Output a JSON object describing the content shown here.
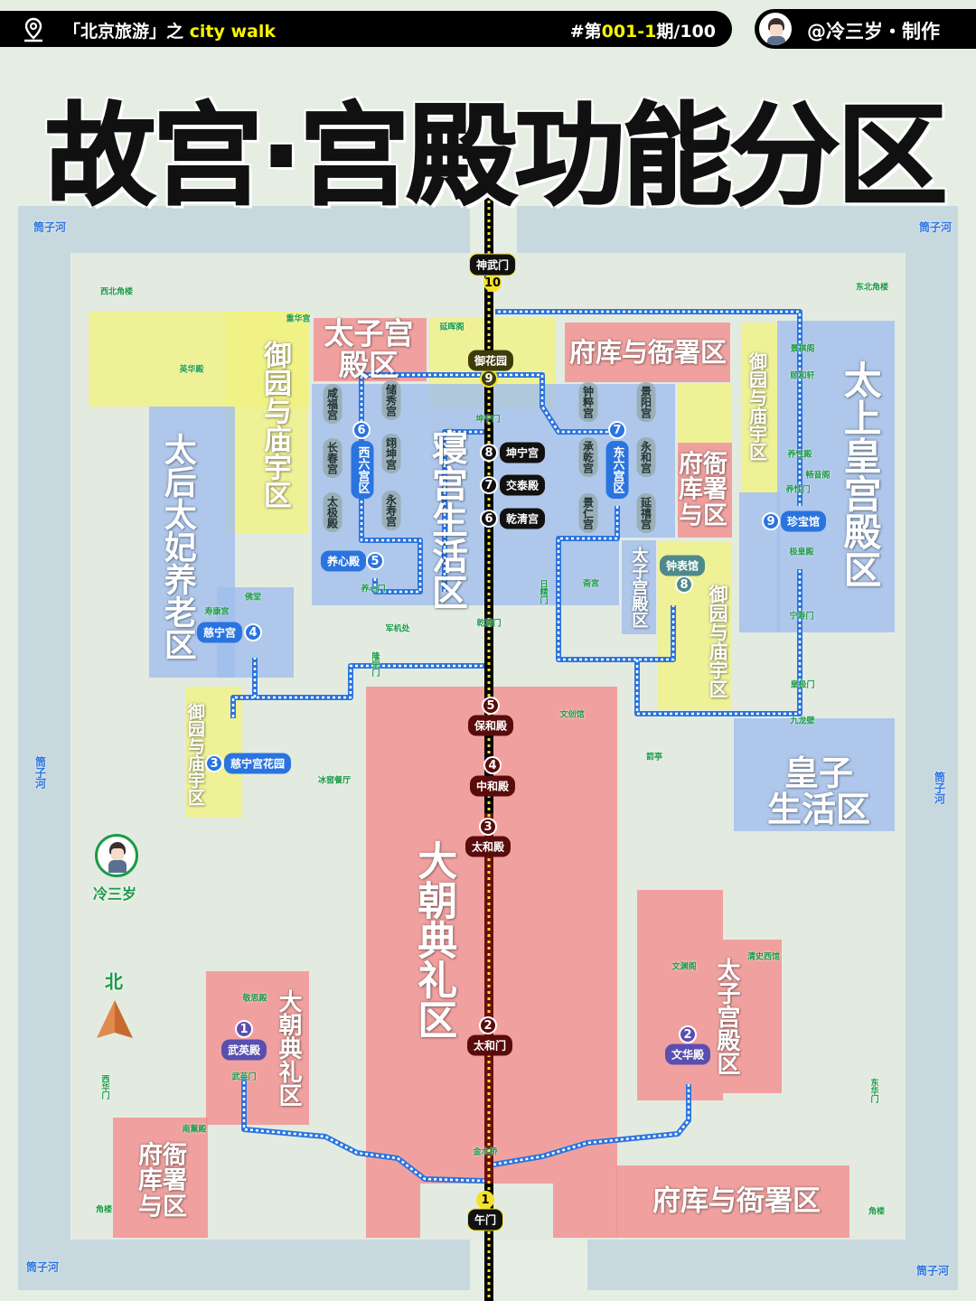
{
  "header": {
    "series_prefix": "「北京旅游」之 ",
    "series_highlight": "city walk",
    "issue_a": "#第",
    "issue_b": "001-1",
    "issue_c": "期/100",
    "author": "@冷三岁・制作"
  },
  "title": "故宫·宫殿功能分区",
  "zones": [
    "太子宫\n殿区",
    "府库与衙署区",
    "御园与庙宇区",
    "太后太妃养老区",
    "寝宫生活区",
    "御园与庙宇区",
    "府衙\n库署\n与区",
    "太上皇宫殿区",
    "太子宫殿区",
    "御园与庙宇区",
    "御园与庙宇区",
    "皇子\n生活区",
    "大朝典礼区",
    "太子宫殿区",
    "大朝典礼区",
    "府衙\n库署\n与区",
    "府库与衙署区"
  ],
  "route_stops": [
    {
      "num": "10",
      "label": "神武门"
    },
    {
      "num": "9",
      "label": "御花园"
    },
    {
      "num": "8",
      "label": "坤宁宫"
    },
    {
      "num": "7",
      "label": "交泰殿"
    },
    {
      "num": "6",
      "label": "乾清宫"
    },
    {
      "num": "5",
      "label": "保和殿"
    },
    {
      "num": "4",
      "label": "中和殿"
    },
    {
      "num": "3",
      "label": "太和殿"
    },
    {
      "num": "2",
      "label": "太和门"
    },
    {
      "num": "1",
      "label": "午门"
    }
  ],
  "side_stops": [
    {
      "num": "1",
      "label": "武英殿"
    },
    {
      "num": "2",
      "label": "文华殿"
    },
    {
      "num": "3",
      "label": "慈宁宫花园"
    },
    {
      "num": "4",
      "label": "慈宁宫"
    },
    {
      "num": "5",
      "label": "养心殿"
    },
    {
      "num": "6",
      "label": "西六宫区"
    },
    {
      "num": "7",
      "label": "东六宫区"
    },
    {
      "num": "8",
      "label": "钟表馆"
    },
    {
      "num": "9",
      "label": "珍宝馆"
    }
  ],
  "palaces": [
    "咸福宫",
    "长春宫",
    "太极殿",
    "储秀宫",
    "翊坤宫",
    "永寿宫",
    "钟粹宫",
    "承乾宫",
    "景仁宫",
    "景阳宫",
    "永和宫",
    "延禧宫"
  ],
  "places": [
    "西北角楼",
    "东北角楼",
    "英华殿",
    "重华宫",
    "延晖阁",
    "佛堂",
    "寿康宫",
    "养心门",
    "军机处",
    "隆宗门",
    "乾清门",
    "坤宁门",
    "日精门",
    "斋宫",
    "景祺阁",
    "颐和轩",
    "养性殿",
    "畅音阁",
    "养性门",
    "极皇殿",
    "宁寿门",
    "皇极门",
    "九龙壁",
    "文创馆",
    "箭亭",
    "冰窖餐厅",
    "敬思殿",
    "武英门",
    "西华门",
    "南薰殿",
    "角楼",
    "金水桥",
    "文渊阁",
    "清史西馆",
    "东华门",
    "角楼"
  ],
  "moat": [
    "筒子河",
    "筒子河",
    "筒子河",
    "筒子河",
    "筒子河",
    "筒子河"
  ],
  "badge": {
    "name": "冷三岁",
    "north": "北"
  },
  "colors": {
    "ceremony": "#f48c8c",
    "living": "#a0beee",
    "garden": "#f0f282",
    "route": "#2a74e0",
    "axis": "#000000"
  }
}
